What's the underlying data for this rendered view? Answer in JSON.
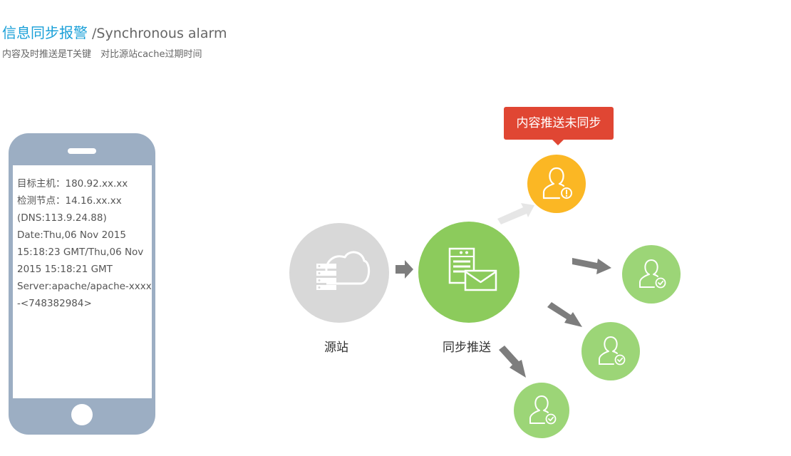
{
  "header": {
    "title_cn": "信息同步报警",
    "title_en": "/Synchronous alarm",
    "subtitle": "内容及时推送是T关键　对比源站cache过期时间"
  },
  "phone": {
    "lines": [
      "目标主机：180.92.xx.xx",
      "检测节点：14.16.xx.xx",
      "(DNS:113.9.24.88)",
      "Date:Thu,06 Nov 2015",
      "15:18:23 GMT/Thu,06 Nov",
      "2015 15:18:21 GMT",
      "Server:apache/apache-xxxx",
      "-<748382984>"
    ]
  },
  "diagram": {
    "source_label": "源站",
    "push_label": "同步推送",
    "alert_label": "内容推送未同步",
    "colors": {
      "source": "#d8d8d8",
      "push": "#8ccb5c",
      "warn": "#fbb724",
      "ok": "#9cd577",
      "arrow": "#7d7d7d",
      "arrow_light": "#e6e6e6",
      "alert": "#e04633"
    },
    "icons": {
      "source": "server-cloud-icon",
      "push": "server-mail-icon",
      "warn": "user-alert-icon",
      "ok": "user-check-icon"
    }
  }
}
